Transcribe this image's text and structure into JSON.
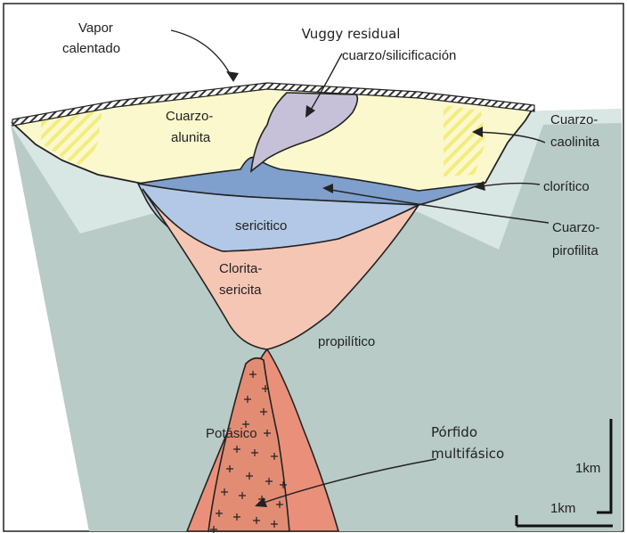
{
  "labels": {
    "vapor_line1": "Vapor",
    "vapor_line2": "calentado",
    "vuggy_line1": "Vuggy residual",
    "vuggy_line2": "cuarzo/silicificación",
    "cuarzo_alunita_line1": "Cuarzo-",
    "cuarzo_alunita_line2": "alunita",
    "cuarzo_caolinita_line1": "Cuarzo-",
    "cuarzo_caolinita_line2": "caolinita",
    "cloritico": "clorítico",
    "sericitico": "sericitico",
    "cuarzo_pirofilita_line1": "Cuarzo-",
    "cuarzo_pirofilita_line2": "pirofilita",
    "clorita_sericita_line1": "Clorita-",
    "clorita_sericita_line2": "sericita",
    "propilitico": "propilítico",
    "potasico": "Potásico",
    "porfido_line1": "Pórfido",
    "porfido_line2": "multifásico",
    "scale_vertical": "1km",
    "scale_horizontal": "1km"
  },
  "colors": {
    "propylitic": "#b8cbc6",
    "chloritic": "#d8e6e4",
    "quartz_alunite": "#fbf8cd",
    "hatch_yellow": "#f4ee86",
    "vuggy": "#c6c1d8",
    "pyrophyllite": "#7f9fcc",
    "sericitic": "#b3c8e6",
    "chlorite_sericite": "#f6c6b4",
    "potassic": "#ea907a",
    "porphyry": "#e38c74",
    "outline": "#222222"
  }
}
